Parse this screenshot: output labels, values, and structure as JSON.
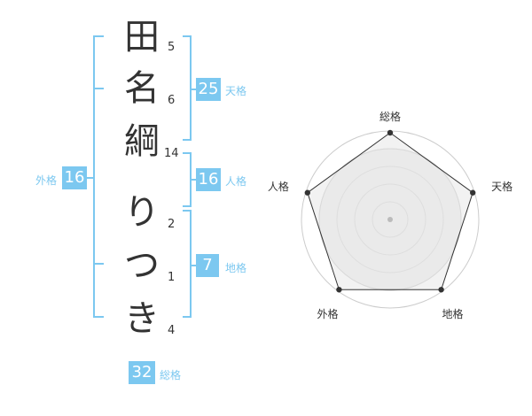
{
  "name": {
    "chars": [
      {
        "char": "田",
        "strokes": "5"
      },
      {
        "char": "名",
        "strokes": "6"
      },
      {
        "char": "綱",
        "strokes": "14"
      },
      {
        "char": "り",
        "strokes": "2"
      },
      {
        "char": "つ",
        "strokes": "1"
      },
      {
        "char": "き",
        "strokes": "4"
      }
    ]
  },
  "kaku": {
    "tenkaku": {
      "label": "天格",
      "value": "25"
    },
    "jinkaku": {
      "label": "人格",
      "value": "16"
    },
    "chikaku": {
      "label": "地格",
      "value": "7"
    },
    "gaikaku": {
      "label": "外格",
      "value": "16"
    },
    "soukaku": {
      "label": "総格",
      "value": "32"
    }
  },
  "radar": {
    "labels": [
      "総格",
      "天格",
      "地格",
      "外格",
      "人格"
    ],
    "levels": 5,
    "values": [
      5,
      5,
      5,
      5,
      5
    ],
    "max": 5,
    "colors": {
      "axis": "#cccccc",
      "fill": "#eeeeee",
      "line": "#333333",
      "point": "#333333",
      "center": "#bbbbbb"
    }
  }
}
